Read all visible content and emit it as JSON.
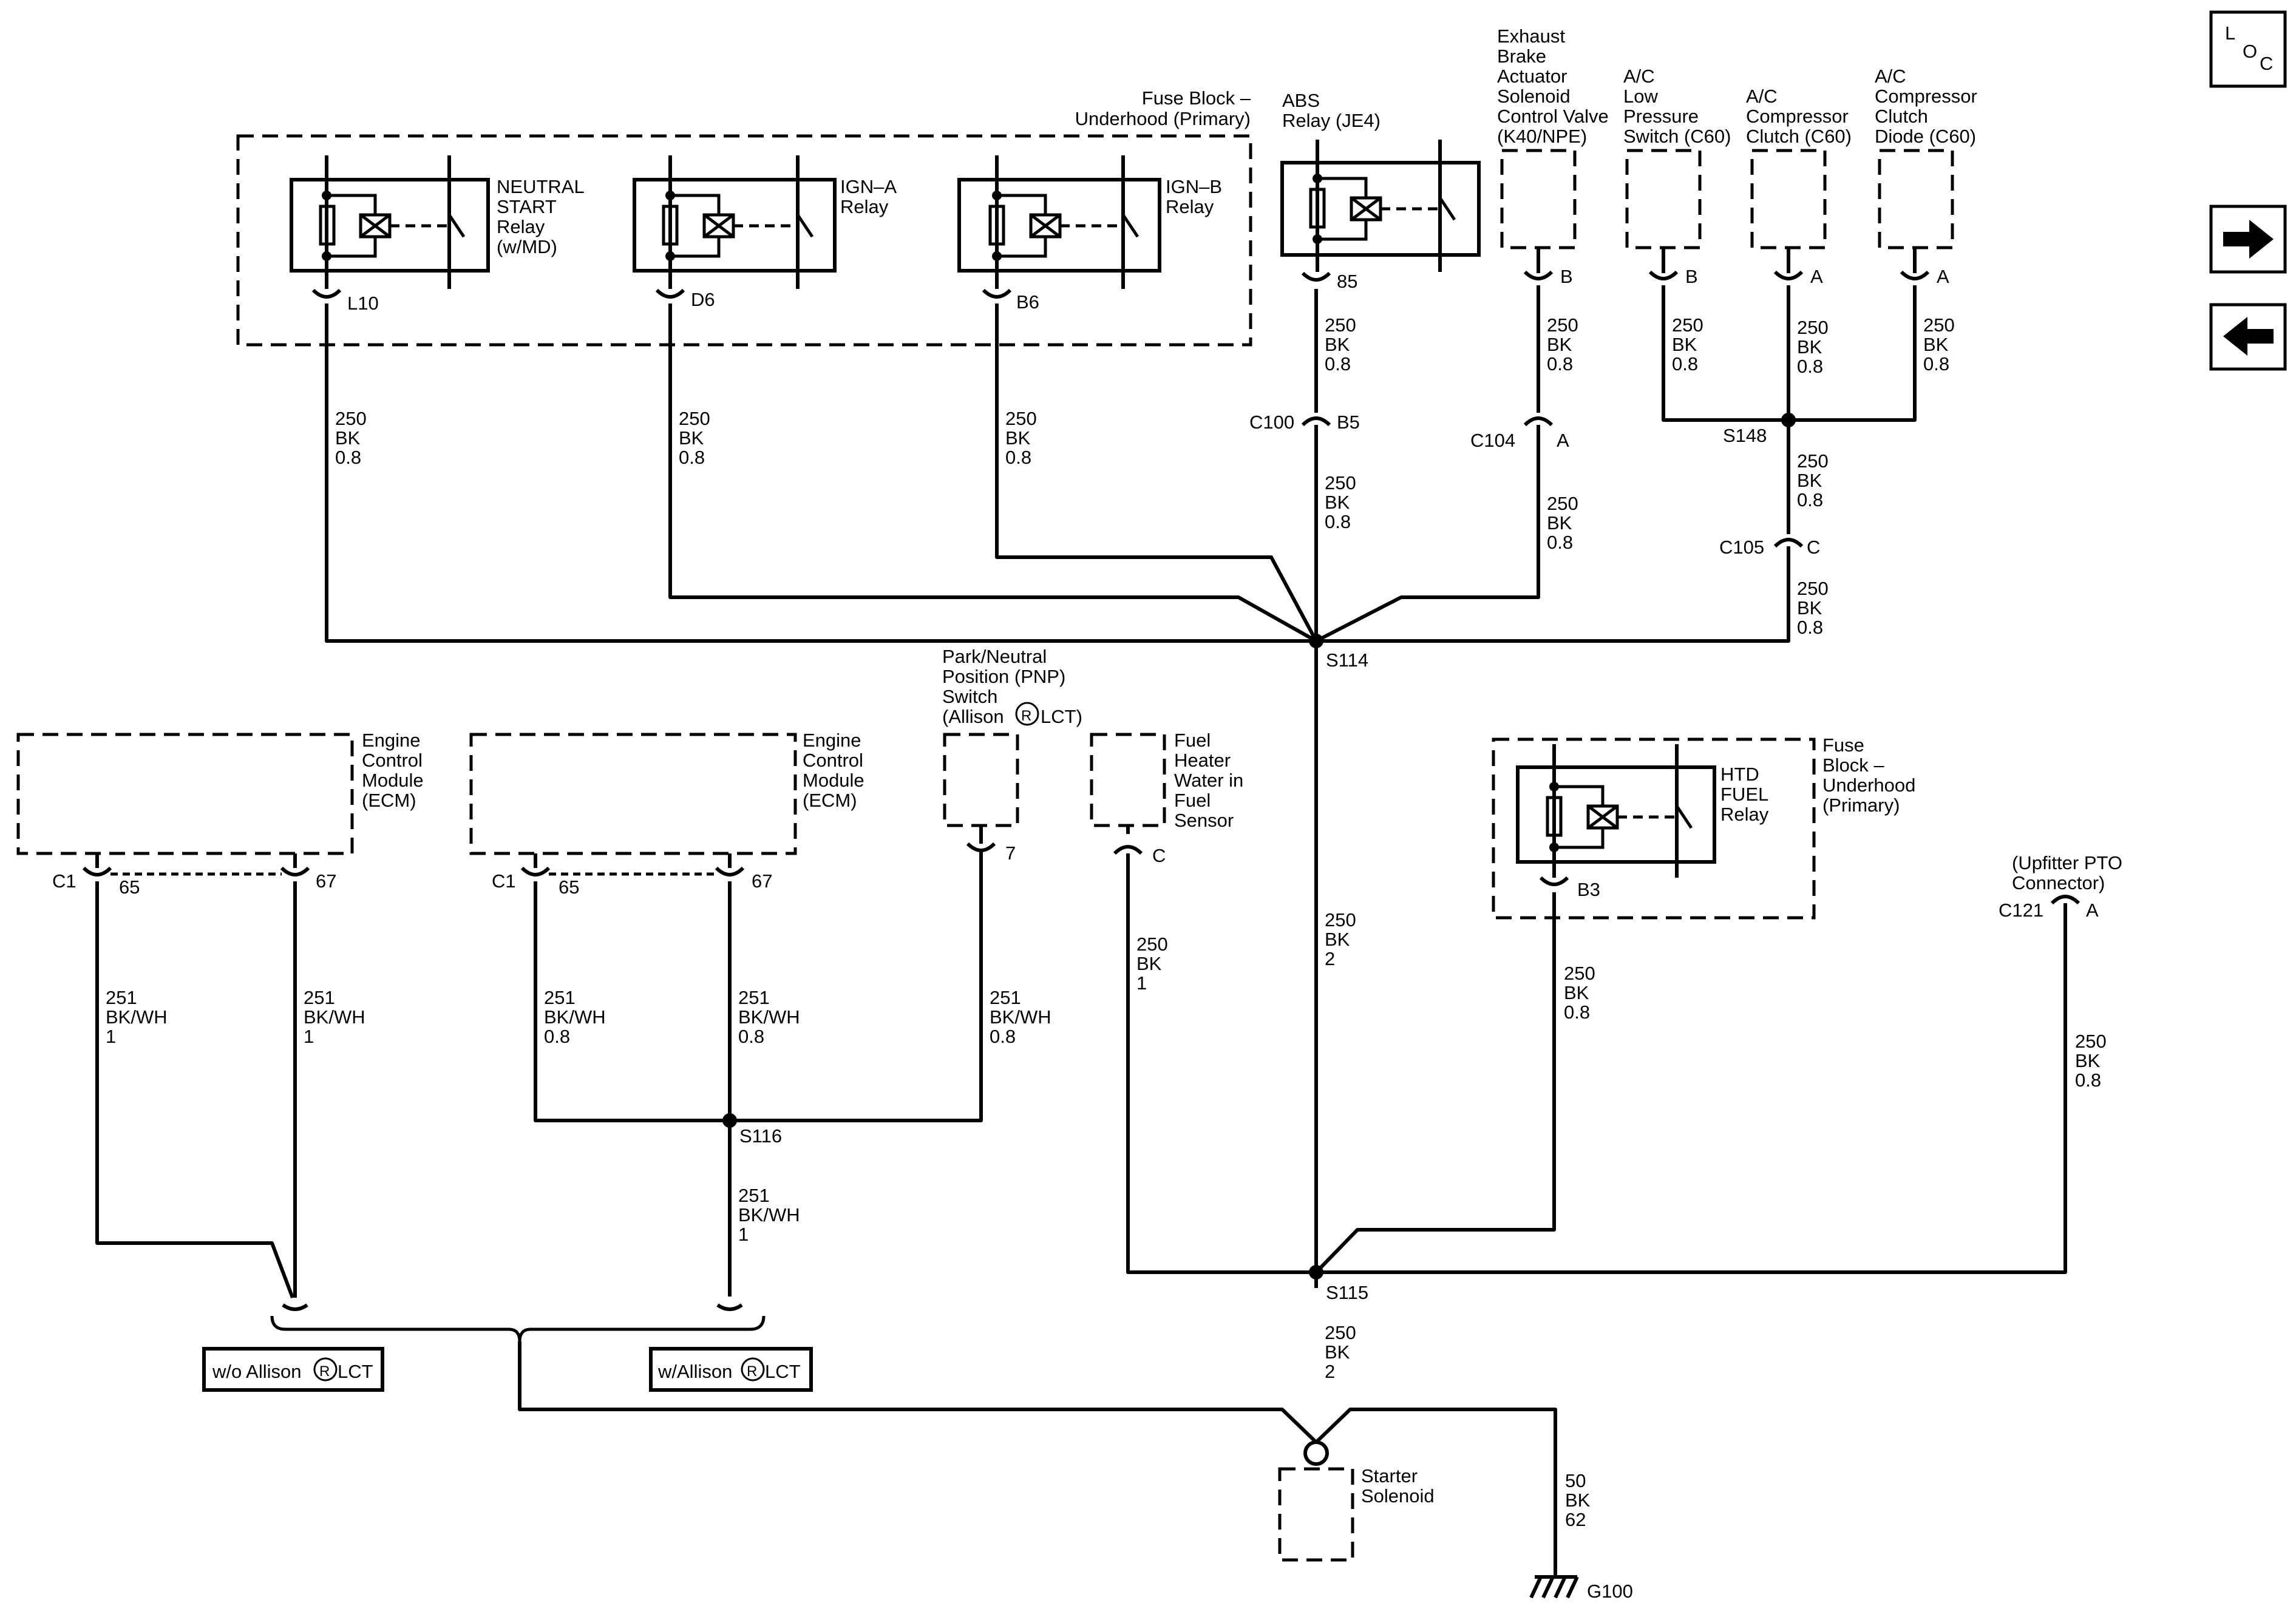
{
  "nav": {
    "loc_l": "L",
    "loc_o": "O",
    "loc_c": "C"
  },
  "fuse_block_top": {
    "line1": "Fuse Block –",
    "line2": "Underhood (Primary)"
  },
  "relays": {
    "neutral_start": [
      "NEUTRAL",
      "START",
      "Relay",
      "(w/MD)"
    ],
    "ign_a": [
      "IGN–A",
      "Relay"
    ],
    "ign_b": [
      "IGN–B",
      "Relay"
    ],
    "abs": [
      "ABS",
      "Relay (JE4)"
    ],
    "htd_fuel": [
      "HTD",
      "FUEL",
      "Relay"
    ]
  },
  "components": {
    "exhaust_brake": [
      "Exhaust",
      "Brake",
      "Actuator",
      "Solenoid",
      "Control Valve",
      "(K40/NPE)"
    ],
    "ac_low_pressure": [
      "A/C",
      "Low",
      "Pressure",
      "Switch (C60)"
    ],
    "ac_clutch": [
      "A/C",
      "Compressor",
      "Clutch (C60)"
    ],
    "ac_diode": [
      "A/C",
      "Compressor",
      "Clutch",
      "Diode (C60)"
    ],
    "ecm_left": [
      "Engine",
      "Control",
      "Module",
      "(ECM)"
    ],
    "ecm_mid": [
      "Engine",
      "Control",
      "Module",
      "(ECM)"
    ],
    "pnp": [
      "Park/Neutral",
      "Position (PNP)",
      "Switch",
      "(Allison",
      "LCT)"
    ],
    "fuel_heater": [
      "Fuel",
      "Heater",
      "Water in",
      "Fuel",
      "Sensor"
    ],
    "fuse_block_right": [
      "Fuse",
      "Block –",
      "Underhood",
      "(Primary)"
    ],
    "upfitter": [
      "(Upfitter PTO",
      "Connector)"
    ],
    "starter": [
      "Starter",
      "Solenoid"
    ]
  },
  "pins": {
    "l10": "L10",
    "d6": "D6",
    "b6": "B6",
    "p85": "85",
    "exb": "B",
    "lpb": "B",
    "clA": "A",
    "diA": "A",
    "c100": "C100",
    "b5": "B5",
    "c104": "C104",
    "c104a": "A",
    "c105": "C105",
    "c105c": "C",
    "c1l": "C1",
    "p65l": "65",
    "p67l": "67",
    "c1m": "C1",
    "p65m": "65",
    "p67m": "67",
    "p7": "7",
    "fhc": "C",
    "b3": "B3",
    "c121": "C121",
    "c121a": "A"
  },
  "splices": {
    "s114": "S114",
    "s148": "S148",
    "s115": "S115",
    "s116": "S116"
  },
  "wires": {
    "l10": [
      "250",
      "BK",
      "0.8"
    ],
    "d6": [
      "250",
      "BK",
      "0.8"
    ],
    "b6": [
      "250",
      "BK",
      "0.8"
    ],
    "abs": [
      "250",
      "BK",
      "0.8"
    ],
    "c100": [
      "250",
      "BK",
      "0.8"
    ],
    "exb": [
      "250",
      "BK",
      "0.8"
    ],
    "c104": [
      "250",
      "BK",
      "0.8"
    ],
    "lp": [
      "250",
      "BK",
      "0.8"
    ],
    "cl": [
      "250",
      "BK",
      "0.8"
    ],
    "di": [
      "250",
      "BK",
      "0.8"
    ],
    "s148": [
      "250",
      "BK",
      "0.8"
    ],
    "c105": [
      "250",
      "BK",
      "0.8"
    ],
    "main": [
      "250",
      "BK",
      "2"
    ],
    "fh": [
      "250",
      "BK",
      "1"
    ],
    "b3": [
      "250",
      "BK",
      "0.8"
    ],
    "c121": [
      "250",
      "BK",
      "0.8"
    ],
    "e1": [
      "251",
      "BK/WH",
      "1"
    ],
    "e2": [
      "251",
      "BK/WH",
      "1"
    ],
    "e3": [
      "251",
      "BK/WH",
      "0.8"
    ],
    "e4": [
      "251",
      "BK/WH",
      "0.8"
    ],
    "pnp": [
      "251",
      "BK/WH",
      "0.8"
    ],
    "s116": [
      "251",
      "BK/WH",
      "1"
    ],
    "starter": [
      "250",
      "BK",
      "2"
    ],
    "ground": [
      "50",
      "BK",
      "62"
    ]
  },
  "options": {
    "wo": "w/o Allison",
    "w": "w/Allison",
    "lct": "LCT",
    "r": "R"
  },
  "ground": "G100"
}
